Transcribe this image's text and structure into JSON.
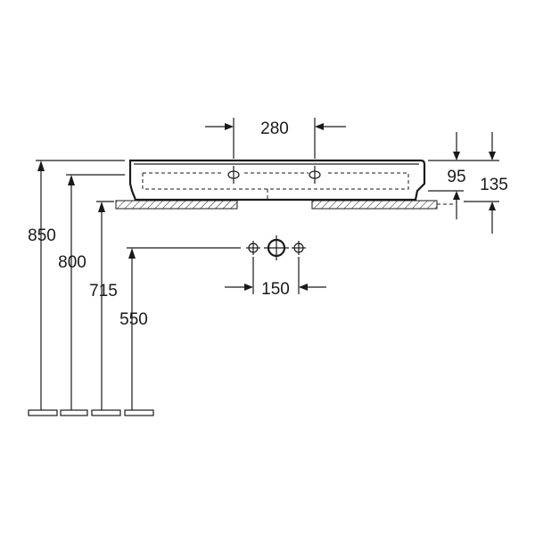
{
  "dimensions": {
    "hole_spacing": "280",
    "basin_height": "95",
    "overall_height": "135",
    "rim_height": "850",
    "underside_height": "800",
    "fixture_height": "715",
    "connection_height": "550",
    "connection_spacing": "150"
  },
  "colors": {
    "line": "#1a1a1a",
    "background": "#ffffff"
  }
}
